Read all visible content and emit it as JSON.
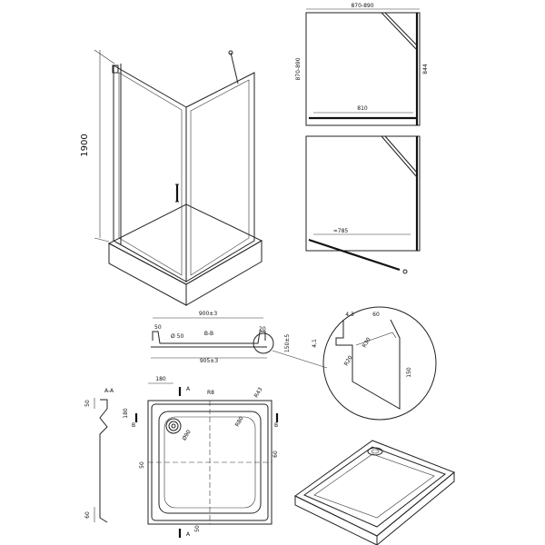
{
  "enclosure": {
    "height_dim": "1900"
  },
  "top_plan": {
    "width_dim": "870-890",
    "depth_dim": "870-890",
    "side_dim": "844",
    "opening_dim": "810"
  },
  "open_plan": {
    "opening_dim": "≈785"
  },
  "section_bb": {
    "top_dim": "900±3",
    "label": "B-B",
    "bottom_dim": "905±3",
    "left_dim": "50",
    "right_dim": "20",
    "drain_dim": "Ø 50",
    "height_dim": "150±5"
  },
  "detail": {
    "dim_43": "4,3",
    "dim_60": "60",
    "dim_41": "4,1",
    "dim_r30": "R30",
    "dim_r20": "R20",
    "dim_150": "150"
  },
  "section_aa": {
    "label": "A-A",
    "top_dim": "50",
    "bottom_dim": "60"
  },
  "tray_plan": {
    "dim_180_top": "180",
    "dim_180_left": "180",
    "dim_r8": "R8",
    "dim_r43": "R43",
    "dim_r80": "R80",
    "dim_d90": "Ø90",
    "dim_50_left": "50",
    "dim_60_right": "60",
    "dim_50_bottom": "50",
    "label_a_top": "A",
    "label_a_bottom": "A",
    "label_b_left": "B",
    "label_b_right": "B"
  }
}
